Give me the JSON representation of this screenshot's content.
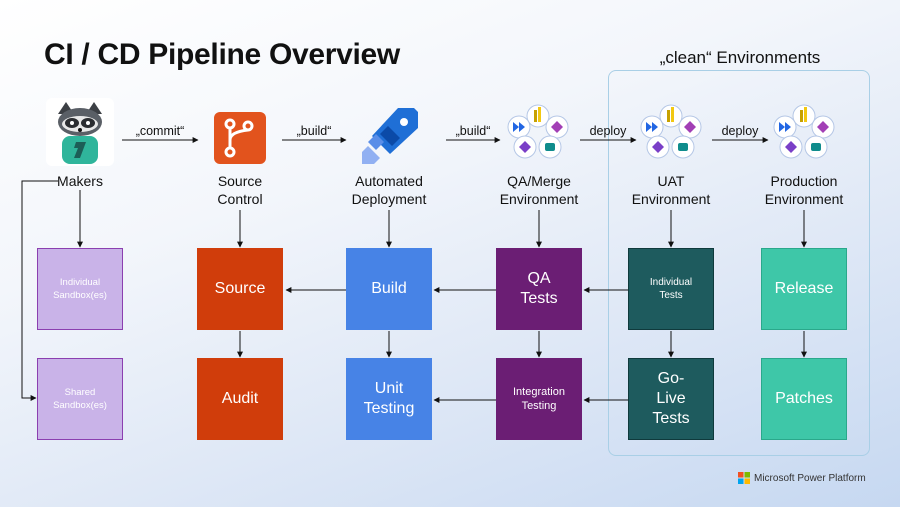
{
  "title": "CI / CD Pipeline Overview",
  "clean_environments_label": "„clean“ Environments",
  "nodes": {
    "makers": "Makers",
    "source_control": [
      "Source",
      "Control"
    ],
    "automated_deployment": [
      "Automated",
      "Deployment"
    ],
    "qa_merge_environment": [
      "QA/Merge",
      "Environment"
    ],
    "uat_environment": [
      "UAT",
      "Environment"
    ],
    "production_environment": [
      "Production",
      "Environment"
    ]
  },
  "connectors": {
    "commit": "„commit“",
    "build_1": "„build“",
    "build_2": "„build“",
    "deploy_1": "deploy",
    "deploy_2": "deploy"
  },
  "boxes": {
    "individual_sandbox": [
      "Individual",
      "Sandbox(es)"
    ],
    "shared_sandbox": [
      "Shared",
      "Sandbox(es)"
    ],
    "source": "Source",
    "audit": "Audit",
    "build": "Build",
    "unit_testing": [
      "Unit",
      "Testing"
    ],
    "qa_tests": [
      "QA",
      "Tests"
    ],
    "integration_testing": [
      "Integration",
      "Testing"
    ],
    "individual_tests": [
      "Individual",
      "Tests"
    ],
    "go_live_tests": [
      "Go-",
      "Live",
      "Tests"
    ],
    "release": "Release",
    "patches": "Patches"
  },
  "footer": "Microsoft Power Platform",
  "colors": {
    "orange": "#d03d0b",
    "blue": "#4783e6",
    "purple": "#6b1e74",
    "teal_dark": "#1e5b5e",
    "teal": "#3ec7a8",
    "sandbox": "#c9b3e8"
  }
}
